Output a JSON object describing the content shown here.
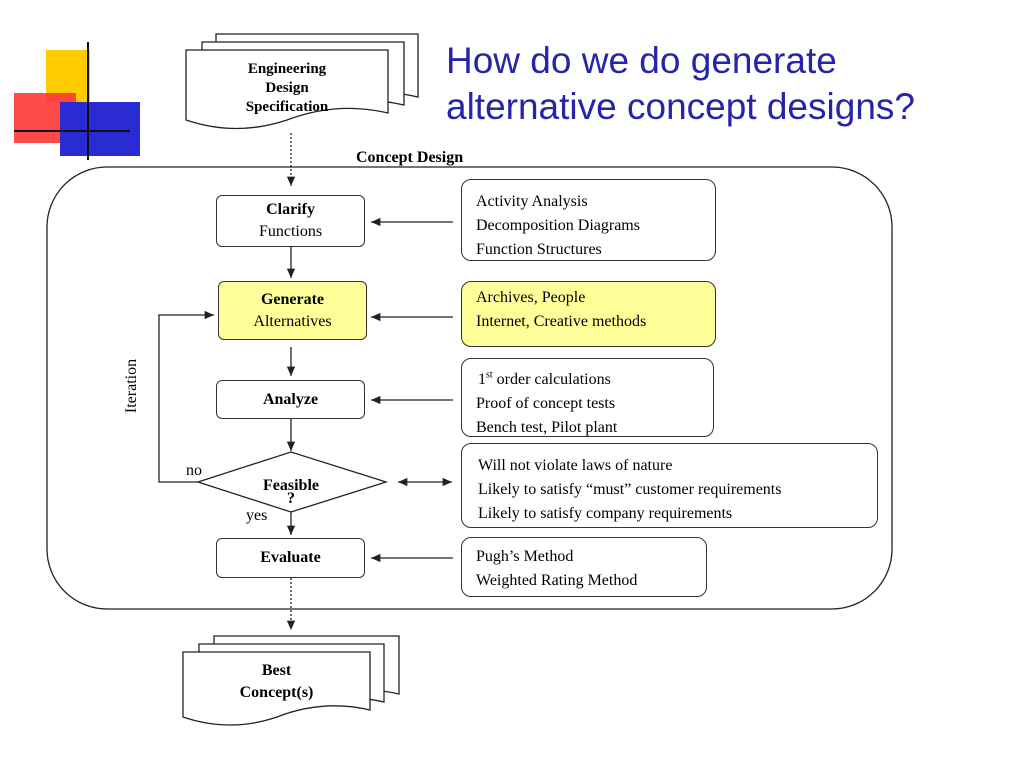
{
  "slide": {
    "title_line1": "How do we do generate",
    "title_line2": "alternative concept designs?"
  },
  "diagram": {
    "input_doc": {
      "line1": "Engineering",
      "line2": "Design",
      "line3": "Specification"
    },
    "group_label": "Concept Design",
    "steps": {
      "clarify": {
        "line1": "Clarify",
        "line2": "Functions"
      },
      "generate": {
        "line1": "Generate",
        "line2": "Alternatives"
      },
      "analyze": {
        "line1": "Analyze"
      },
      "feasible": {
        "line1": "Feasible",
        "line2": "?"
      },
      "evaluate": {
        "line1": "Evaluate"
      }
    },
    "loop_label": "Iteration",
    "decision_no": "no",
    "decision_yes": "yes",
    "methods": {
      "clarify": [
        "Activity Analysis",
        "Decomposition Diagrams",
        "Function Structures"
      ],
      "generate": [
        "Archives, People",
        "Internet, Creative methods"
      ],
      "analyze": {
        "line1_sup": "st",
        "line1_prefix": "1",
        "line1_rest": " order calculations",
        "line2": "Proof of concept tests",
        "line3": "Bench test, Pilot plant"
      },
      "feasible": [
        "Will not violate laws of nature",
        "Likely to satisfy “must” customer requirements",
        "Likely to satisfy company requirements"
      ],
      "evaluate": [
        "Pugh’s Method",
        "Weighted Rating Method"
      ]
    },
    "output_doc": {
      "line1": "Best",
      "line2": "Concept(s)"
    },
    "colors": {
      "highlight": "#ffff99",
      "title": "#2525a8"
    }
  }
}
